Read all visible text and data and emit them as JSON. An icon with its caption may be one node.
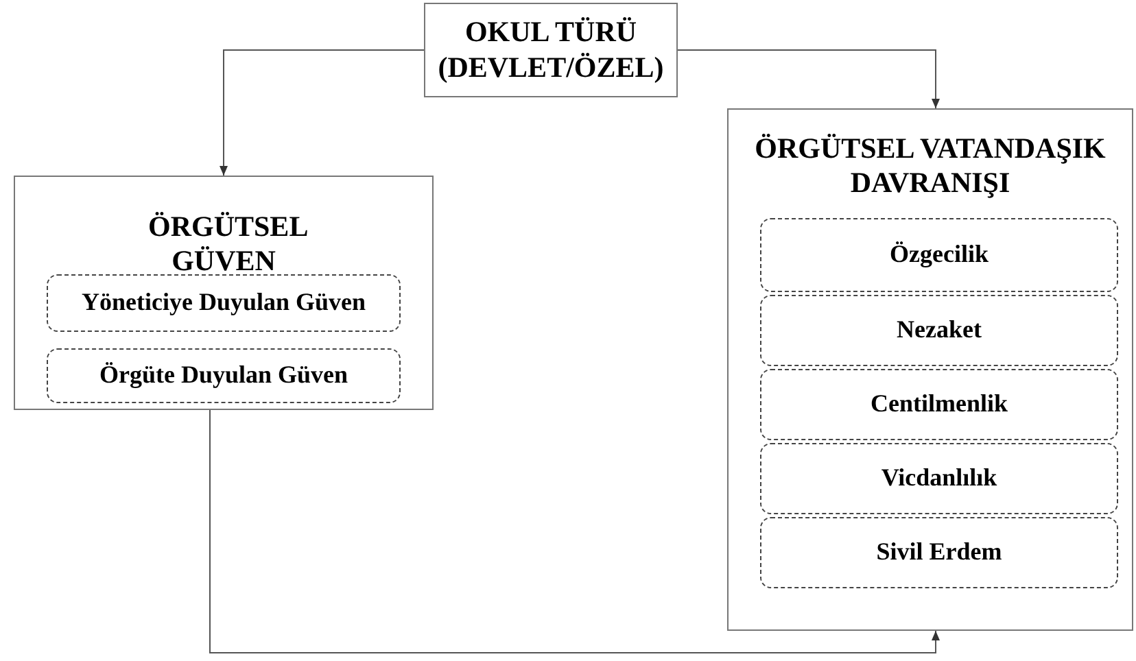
{
  "diagram": {
    "nodes": [
      {
        "text": [
          "OKUL TÜRÜ (DEVLET/ÖZEL)"
        ]
      },
      {
        "text": [
          "ÖRGÜTSEL GÜVEN"
        ]
      },
      {
        "text": [
          "Yöneticiye Duyulan Güven"
        ],
        "in": 1
      },
      {
        "text": [
          "Örgüte Duyulan Güven"
        ],
        "in": 1
      },
      {
        "text": [
          "ÖRGÜTSEL VATANDAŞIK DAVRANIŞI"
        ]
      },
      {
        "text": [
          "Özgecilik"
        ],
        "in": 4
      },
      {
        "text": [
          "Nezaket"
        ],
        "in": 4
      },
      {
        "text": [
          "Centilmenlik"
        ],
        "in": 4
      },
      {
        "text": [
          "Vicdanlılık"
        ],
        "in": 4
      },
      {
        "text": [
          "Sivil Erdem"
        ],
        "in": 4
      }
    ],
    "edges": [
      {
        "from": 0,
        "to": 1,
        "arrow": "to"
      },
      {
        "from": 0,
        "to": 4,
        "arrow": "to"
      },
      {
        "from": 1,
        "to": 4,
        "arrow": "to"
      }
    ]
  }
}
